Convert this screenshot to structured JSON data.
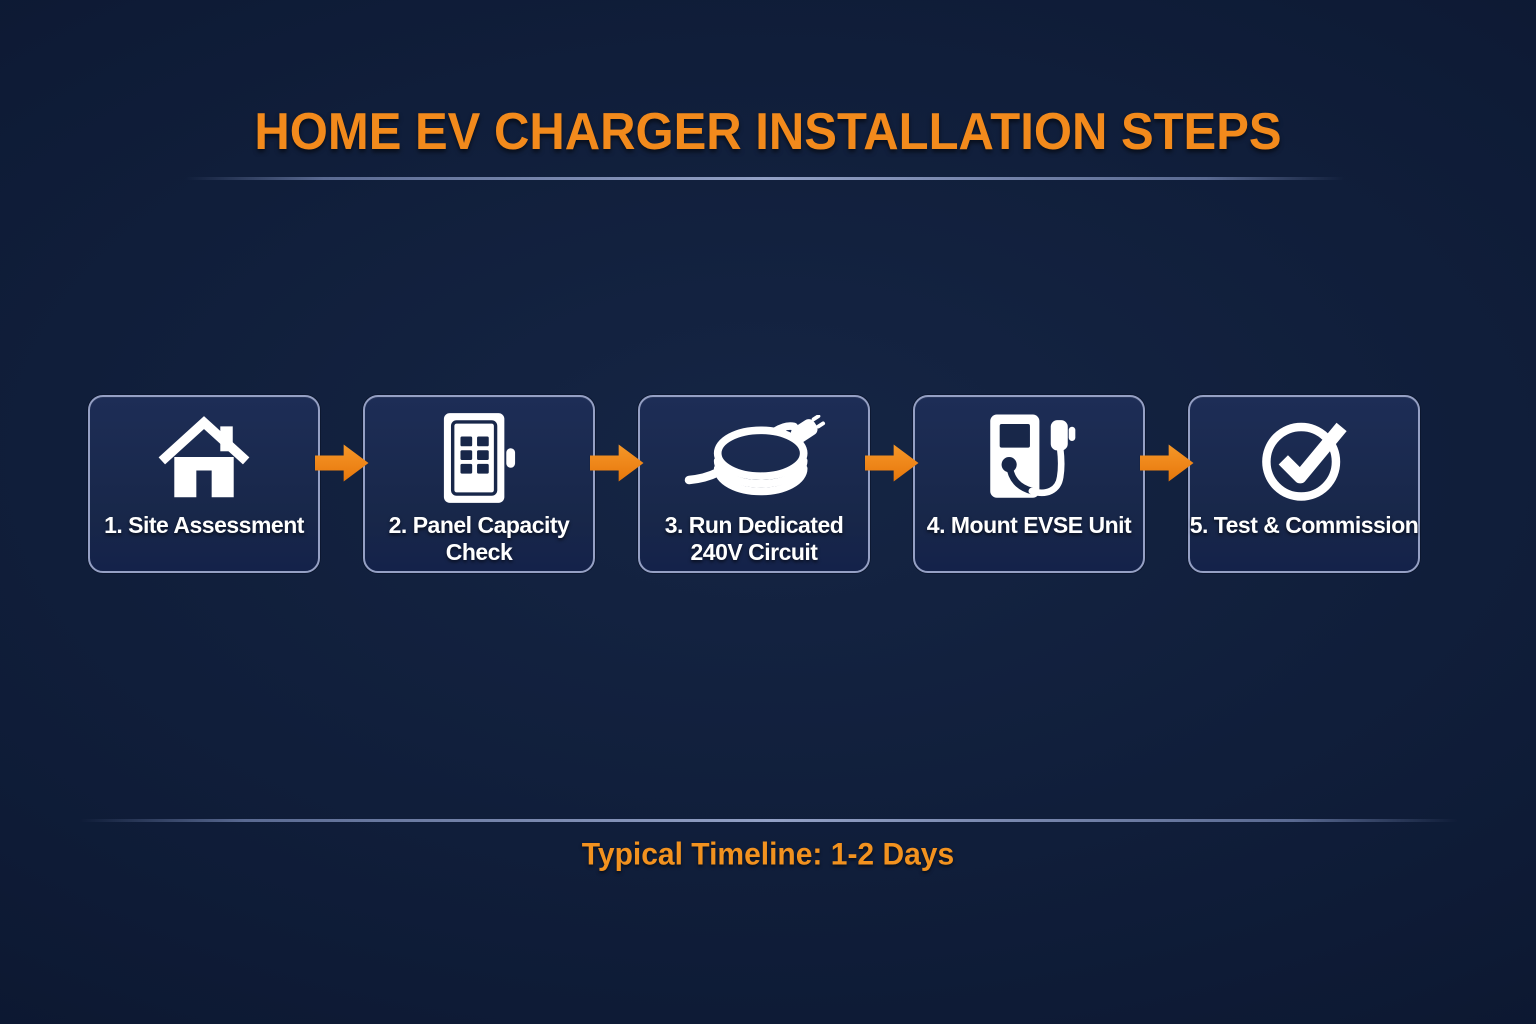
{
  "title": "HOME EV CHARGER INSTALLATION STEPS",
  "steps": [
    {
      "label": "1. Site Assessment",
      "icon": "house-icon",
      "lines": [
        "1. Site Assessment"
      ]
    },
    {
      "label": "2. Panel Capacity Check",
      "icon": "electrical-panel-icon",
      "lines": [
        "2. Panel Capacity",
        "Check"
      ]
    },
    {
      "label": "3. Run Dedicated 240V Circuit",
      "icon": "cable-coil-plug-icon",
      "lines": [
        "3. Run Dedicated",
        "240V Circuit"
      ]
    },
    {
      "label": "4. Mount EVSE Unit",
      "icon": "ev-charger-icon",
      "lines": [
        "4. Mount EVSE Unit"
      ]
    },
    {
      "label": "5. Test & Commission",
      "icon": "check-circle-icon",
      "lines": [
        "5. Test & Commission"
      ]
    }
  ],
  "footer": {
    "timeline_label": "Typical Timeline: 1-2 Days"
  },
  "colors": {
    "background": "#0E1B36",
    "card_fill": "#182749",
    "card_border": "#95A0C4",
    "accent_orange": "#F28A1C",
    "arrow_orange": "#EE8518",
    "text_white": "#FFFFFF"
  }
}
